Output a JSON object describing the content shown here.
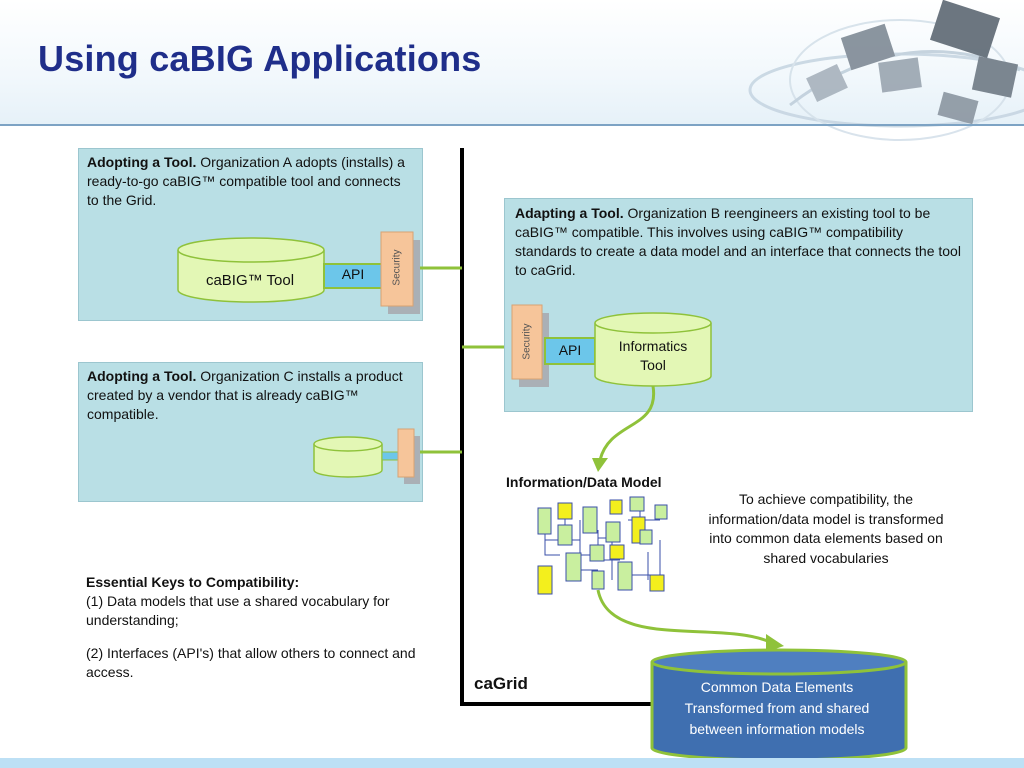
{
  "slide": {
    "title": "Using caBIG Applications"
  },
  "panel_a": {
    "heading": "Adopting a Tool.",
    "text": " Organization A adopts (installs) a ready-to-go caBIG™ compatible tool and connects to the Grid.",
    "tool_label": "caBIG™ Tool",
    "api_label": "API",
    "security_label": "Security"
  },
  "panel_b": {
    "heading": "Adapting a Tool.",
    "text": "  Organization B reengineers an existing tool to be caBIG™ compatible. This involves using caBIG™ compatibility standards to create a data model and an interface that connects the tool to caGrid.",
    "tool_label_line1": "Informatics",
    "tool_label_line2": "Tool",
    "api_label": "API",
    "security_label": "Security"
  },
  "panel_c": {
    "heading": "Adopting a Tool.",
    "text": " Organization C installs a product created by a vendor that is already caBIG™ compatible."
  },
  "data_model": {
    "title": "Information/Data Model",
    "description": "To achieve compatibility, the information/data model is transformed into common data elements based on shared vocabularies"
  },
  "keys": {
    "heading": "Essential Keys to Compatibility:",
    "item1": "(1) Data models that use a shared vocabulary for understanding;",
    "item2": "(2) Interfaces (API's) that allow others to connect and access."
  },
  "grid_label": "caGrid",
  "cde": {
    "line1": "Common Data Elements",
    "line2": "Transformed from and shared",
    "line3": "between information models"
  },
  "colors": {
    "title": "#1f2e8a",
    "panel": "#b9dfe5",
    "cylinder": "#e3f7b5",
    "cylinder_border": "#8fc23a",
    "api": "#6cc6ea",
    "security": "#f6c59a",
    "connector": "#8fc23a",
    "cde_fill": "#3f6fb0"
  }
}
